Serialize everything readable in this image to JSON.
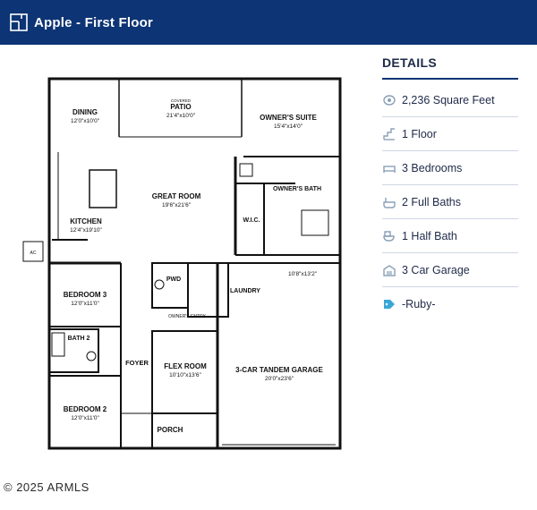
{
  "header": {
    "title": "Apple - First Floor",
    "icon": "floorplan-icon",
    "bg_color": "#0d3474"
  },
  "details": {
    "heading": "DETAILS",
    "items": [
      {
        "icon": "area-icon",
        "label": "2,236 Square Feet"
      },
      {
        "icon": "stairs-icon",
        "label": "1 Floor"
      },
      {
        "icon": "bed-icon",
        "label": "3 Bedrooms"
      },
      {
        "icon": "bath-icon",
        "label": "2 Full Baths"
      },
      {
        "icon": "half-bath-icon",
        "label": "1 Half Bath"
      },
      {
        "icon": "garage-icon",
        "label": "3 Car Garage"
      },
      {
        "icon": "tag-icon",
        "label": "-Ruby-"
      }
    ]
  },
  "plan": {
    "rooms": [
      {
        "name": "DINING",
        "dims": "12'0\"x10'0\""
      },
      {
        "name": "PATIO",
        "dims": "21'4\"x10'0\"",
        "note": "COVERED"
      },
      {
        "name": "OWNER'S SUITE",
        "dims": "15'4\"x14'0\""
      },
      {
        "name": "GREAT ROOM",
        "dims": "19'6\"x21'6\""
      },
      {
        "name": "OWNER'S BATH"
      },
      {
        "name": "KITCHEN",
        "dims": "12'4\"x19'10\""
      },
      {
        "name": "W.I.C."
      },
      {
        "name": "PWD"
      },
      {
        "name": "LAUNDRY"
      },
      {
        "name": "BEDROOM 3",
        "dims": "12'0\"x11'0\""
      },
      {
        "name": "BATH 2"
      },
      {
        "name": "FOYER"
      },
      {
        "name": "FLEX ROOM",
        "dims": "10'10\"x13'6\""
      },
      {
        "name": "3-CAR TANDEM GARAGE",
        "dims": "20'0\"x23'6\""
      },
      {
        "name": "BEDROOM 2",
        "dims": "12'0\"x11'0\""
      },
      {
        "name": "PORCH"
      }
    ],
    "garage_extra_dims": "10'8\"x13'2\"",
    "owners_entry": "OWNER'S ENTRY",
    "ac_label": "AC"
  },
  "copyright": "2025 ARMLS"
}
